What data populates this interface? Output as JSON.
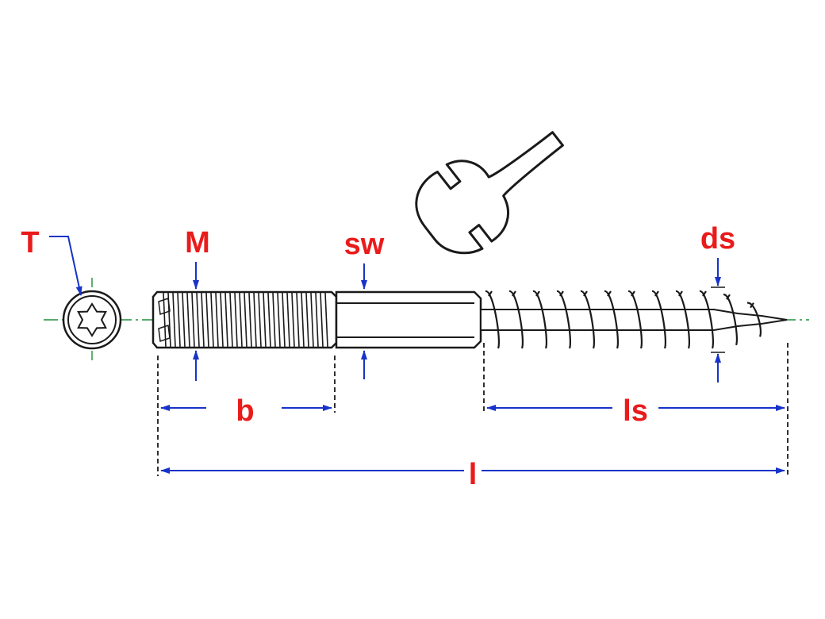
{
  "labels": {
    "T": "T",
    "M": "M",
    "sw": "sw",
    "ds": "ds",
    "b": "b",
    "ls": "ls",
    "l": "l"
  },
  "colors": {
    "label": "#ea1b1b",
    "dimension": "#1733c9",
    "centerline": "#1f8f3a",
    "outline": "#1a1a1a"
  },
  "icons": [
    "torx-drive-icon",
    "wrench-icon",
    "hanger-bolt-drawing"
  ]
}
